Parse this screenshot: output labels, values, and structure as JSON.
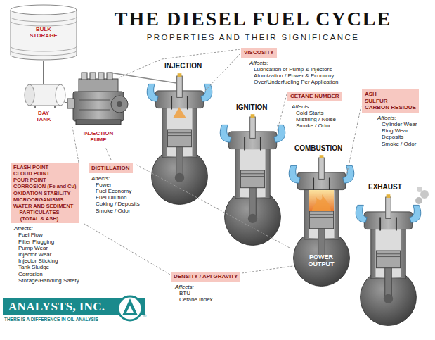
{
  "diagram": {
    "title": "THE DIESEL FUEL CYCLE",
    "nodes": [
      {
        "text": [
          "VISCOSITY",
          "Affects:",
          "Lubrication of Pump & Injectors",
          "Atomization / Power & Economy",
          "Over/Underfueling Per Application"
        ]
      },
      {
        "text": [
          "CETANE NUMBER",
          "Affects:",
          "Cold Starts",
          "Misfiring / Noise",
          "Smoke / Odor"
        ]
      },
      {
        "text": [
          "ASH",
          "SULFUR",
          "CARBON RESIDUE",
          "Affects:",
          "Cylinder Wear",
          "Ring Wear",
          "Deposits",
          "Smoke / Odor"
        ]
      },
      {
        "text": [
          "FLASH POINT",
          "CLOUD POINT",
          "POUR POINT",
          "CORROSION (Fe and Cu)",
          "OXIDATION STABILITY",
          "MICROORGANISMS",
          "WATER AND SEDIMENT",
          "PARTICULATES (TOTAL & ASH)",
          "Affects:",
          "Fuel Flow",
          "Filter Plugging",
          "Pump Wear",
          "Injector Wear",
          "Injector Sticking",
          "Tank Sludge",
          "Corrosion",
          "Storage/Handling Safety"
        ]
      },
      {
        "text": [
          "DISTILLATION",
          "Affects:",
          "Power",
          "Fuel Economy",
          "Fuel Dilution",
          "Coking / Deposits",
          "Smoke / Odor"
        ]
      },
      {
        "text": [
          "DENSITY / API GRAVITY",
          "Affects:",
          "BTU",
          "Cetane Index"
        ]
      },
      {
        "text": [
          "ANALYSTS, INC.",
          "THERE IS A DIFFERENCE IN OIL ANALYSIS"
        ]
      }
    ],
    "labels": [
      "PROPERTIES AND THEIR SIGNIFICANCE",
      "BULK STORAGE",
      "DAY TANK",
      "INJECTION PUMP",
      "INJECTION",
      "IGNITION",
      "COMBUSTION",
      "EXHAUST",
      "POWER OUTPUT",
      "®"
    ]
  }
}
